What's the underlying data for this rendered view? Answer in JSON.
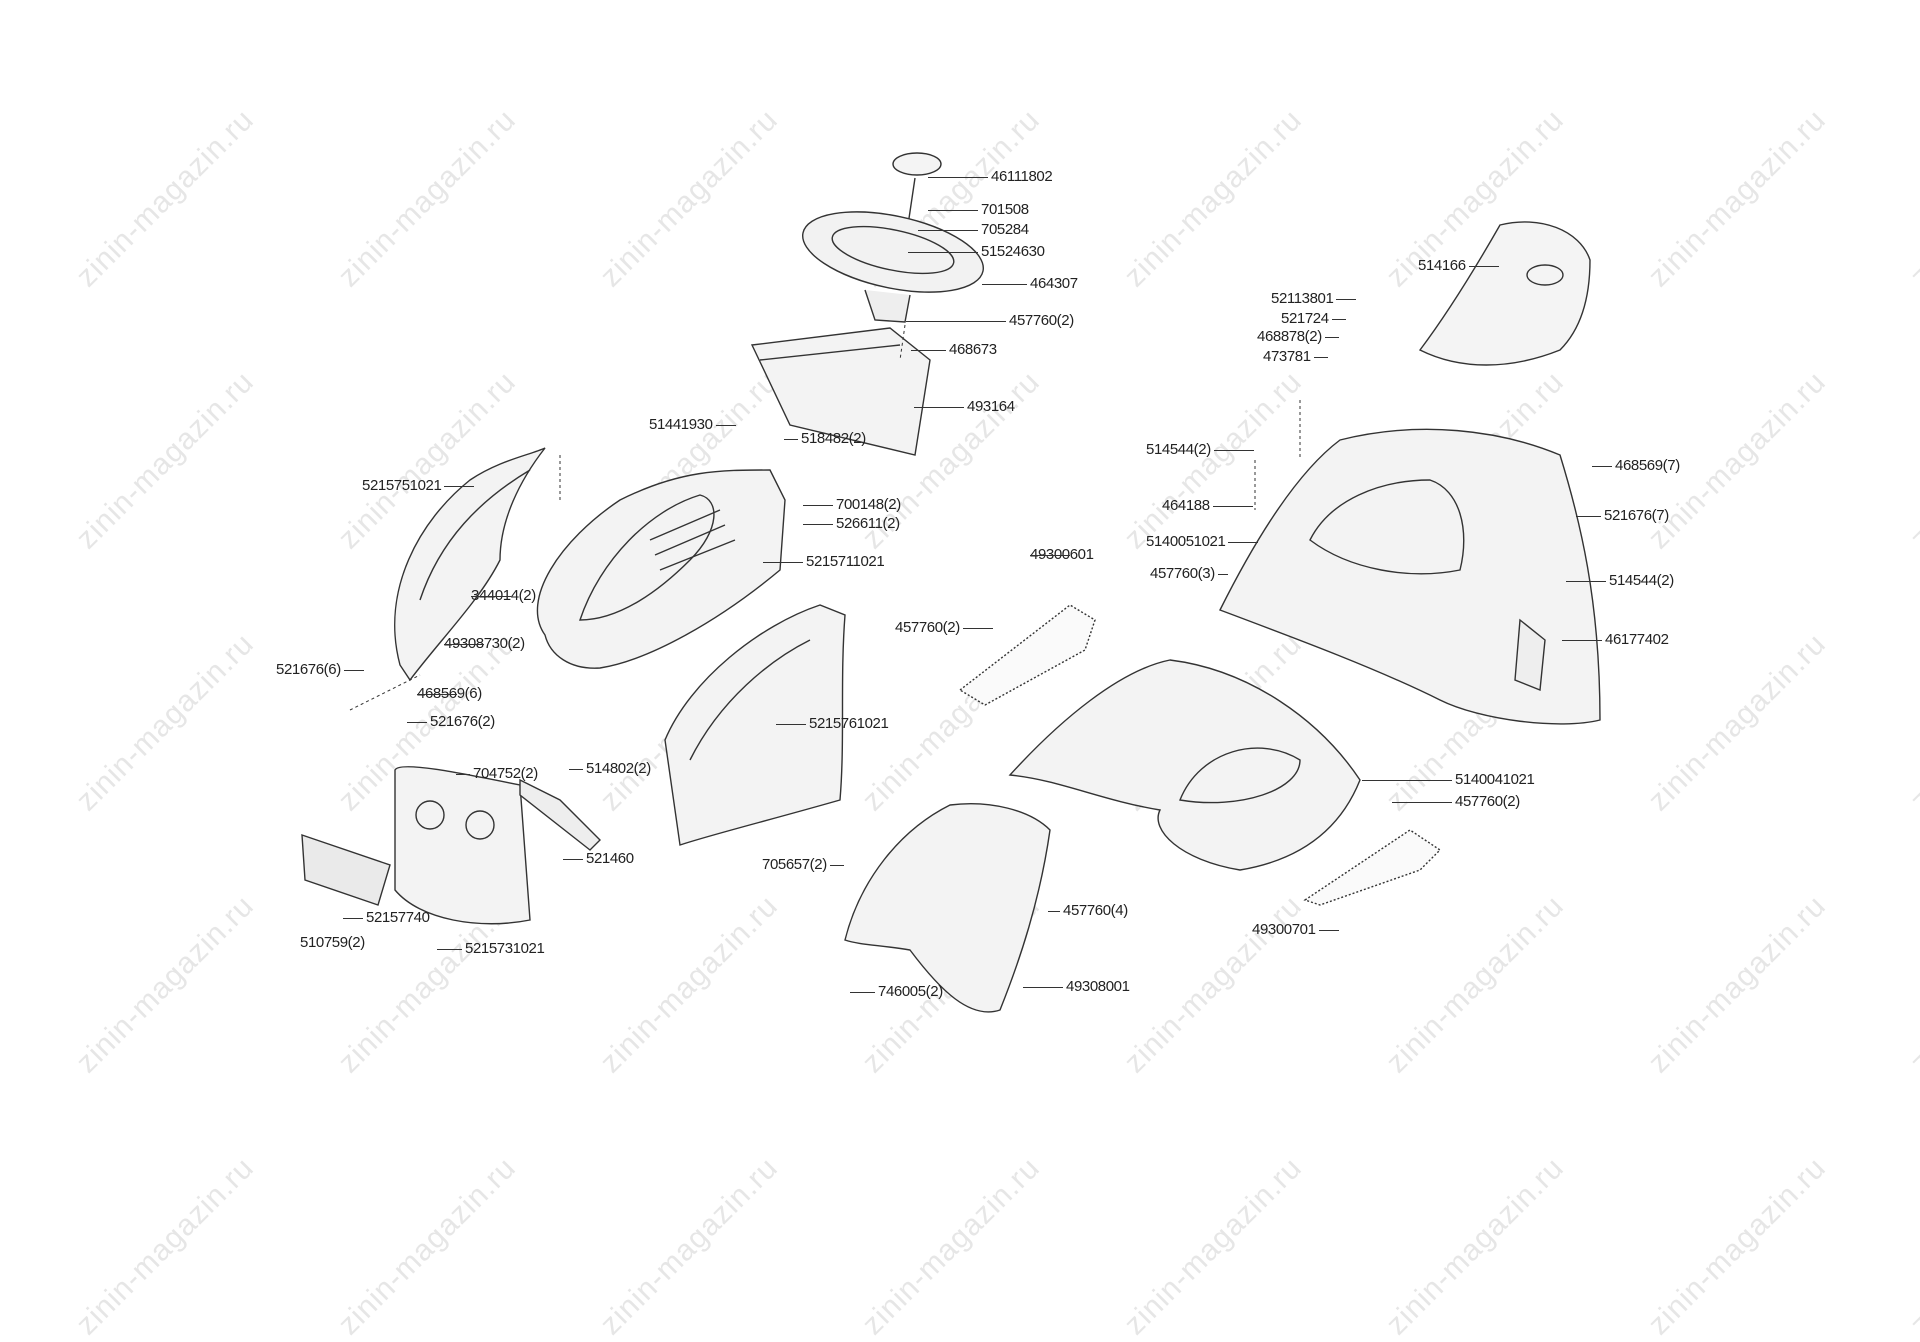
{
  "watermark": "zinin-magazin.ru",
  "parts": [
    "46111802",
    "701508",
    "705284",
    "51524630",
    "464307",
    "457760(2)",
    "468673",
    "493164",
    "518482(2)",
    "51441930",
    "700148(2)",
    "526611(2)",
    "5215711021",
    "5215751021",
    "344014(2)",
    "49308730(2)",
    "521676(6)",
    "468569(6)",
    "521676(2)",
    "704752(2)",
    "514802(2)",
    "521460",
    "52157740",
    "510759(2)",
    "5215731021",
    "5215761021",
    "49300601",
    "457760(2)",
    "705657(2)",
    "746005(2)",
    "457760(4)",
    "49308001",
    "514166",
    "52113801",
    "521724",
    "468878(2)",
    "473781",
    "514544(2)",
    "464188",
    "468569(7)",
    "521676(7)",
    "5140051021",
    "457760(3)",
    "514544(2)",
    "46177402",
    "5140041021",
    "457760(2)",
    "49300701"
  ]
}
